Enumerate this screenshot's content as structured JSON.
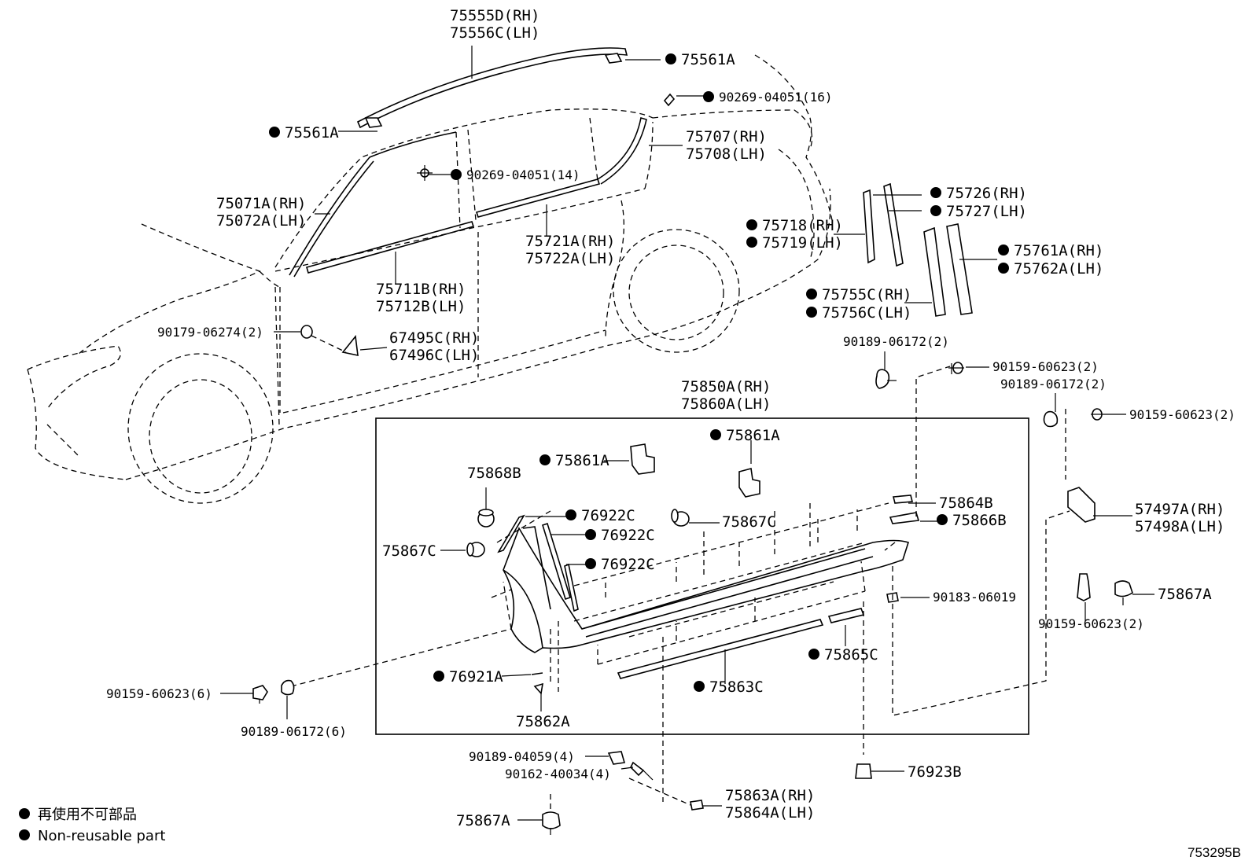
{
  "diagram": {
    "parts": [
      "75555D(RH)",
      "75556C(LH)",
      "75561A",
      "90269-04051(16)",
      "75561A",
      "75707(RH)",
      "75708(LH)",
      "90269-04051(14)",
      "75071A(RH)",
      "75072A(LH)",
      "75726(RH)",
      "75727(LH)",
      "75718(RH)",
      "75719(LH)",
      "75721A(RH)",
      "75722A(LH)",
      "75761A(RH)",
      "75762A(LH)",
      "75711B(RH)",
      "75712B(LH)",
      "75755C(RH)",
      "75756C(LH)",
      "90179-06274(2)",
      "67495C(RH)",
      "67496C(LH)",
      "90189-06172(2)",
      "90159-60623(2)",
      "90189-06172(2)",
      "75850A(RH)",
      "75860A(LH)",
      "90159-60623(2)",
      "75861A",
      "75861A",
      "75868B",
      "75864B",
      "76922C",
      "75866B",
      "75867C",
      "57497A(RH)",
      "57498A(LH)",
      "76922C",
      "75867C",
      "76922C",
      "75867A",
      "90183-06019",
      "90159-60623(2)",
      "75865C",
      "76921A",
      "90159-60623(6)",
      "75863C",
      "75862A",
      "90189-06172(6)",
      "90189-04059(4)",
      "76923B",
      "90162-40034(4)",
      "75863A(RH)",
      "75864A(LH)",
      "75867A"
    ],
    "legend": {
      "jp": "再使用不可部品",
      "en": "Non-reusable part"
    },
    "figure_code": "753295B"
  }
}
